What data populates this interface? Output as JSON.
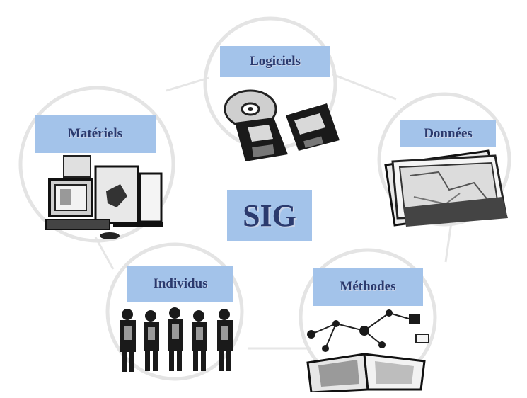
{
  "center": {
    "label": "SIG"
  },
  "components": [
    {
      "id": "logiciels",
      "label": "Logiciels",
      "icon": "software-disks-icon"
    },
    {
      "id": "materiels",
      "label": "Matériels",
      "icon": "computer-hardware-icon"
    },
    {
      "id": "donnees",
      "label": "Données",
      "icon": "map-sheets-icon"
    },
    {
      "id": "individus",
      "label": "Individus",
      "icon": "people-group-icon"
    },
    {
      "id": "methodes",
      "label": "Méthodes",
      "icon": "methods-book-icon"
    }
  ],
  "colors": {
    "label_bg": "#a3c3ea",
    "label_text": "#2b3a6e",
    "circle": "#e4e4e4"
  }
}
